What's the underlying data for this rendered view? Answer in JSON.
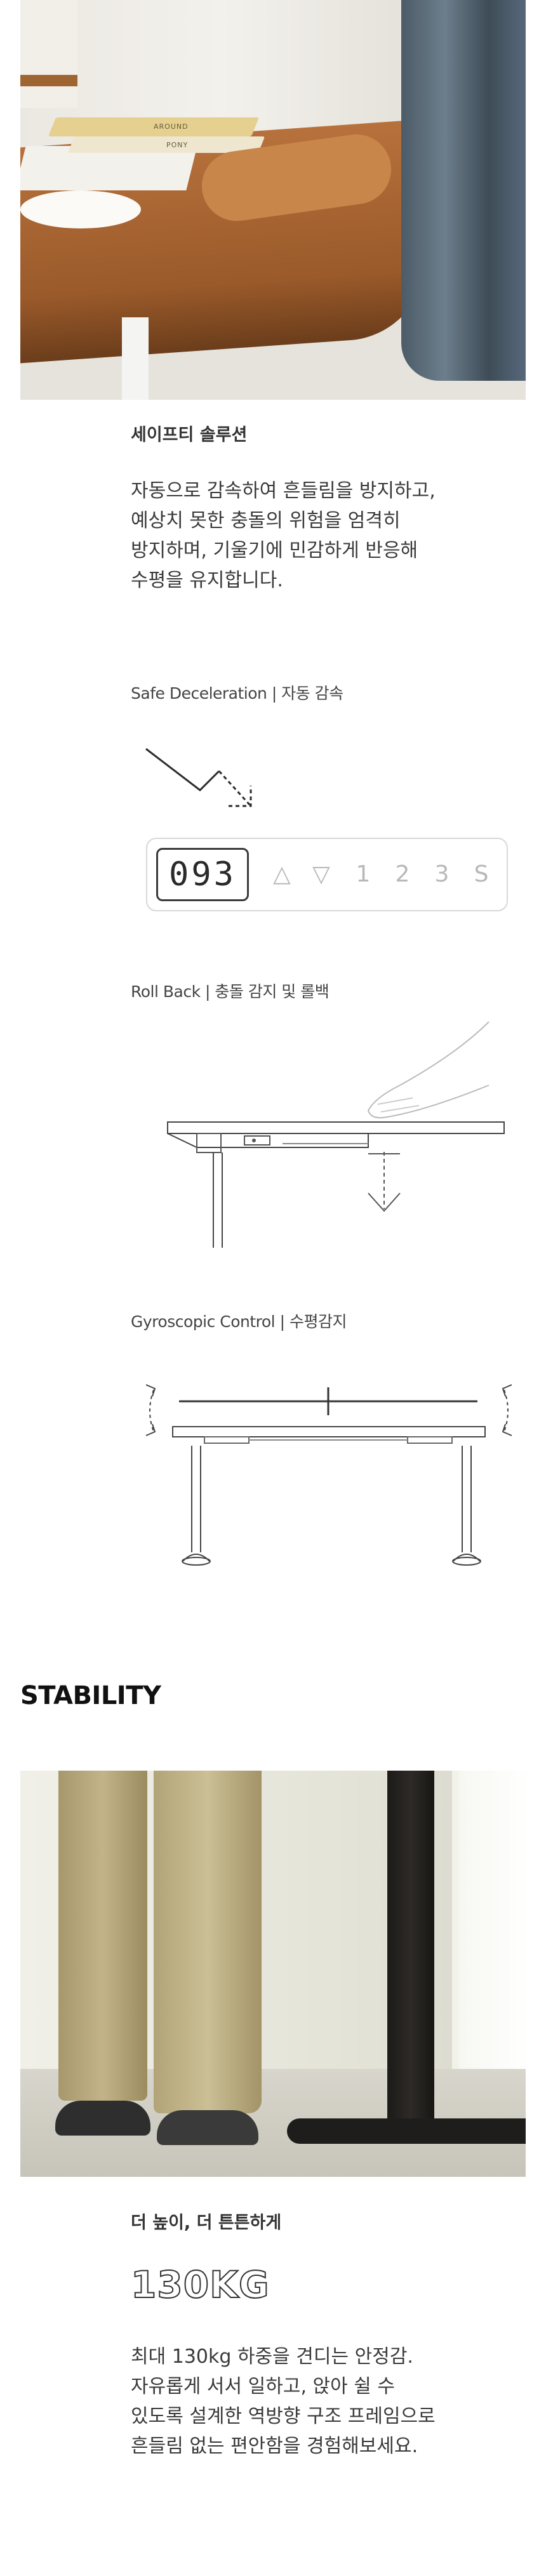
{
  "photo_desk": {
    "book_top_label": "AROUND",
    "book_top_small": "",
    "book_bottom_label": "PONY"
  },
  "safety": {
    "title": "세이프티 솔루션",
    "description": "자동으로 감속하여 흔들림을 방지하고,\n예상치 못한 충돌의 위험을 엄격히\n방지하며, 기울기에 민감하게 반응해\n수평을 유지합니다."
  },
  "safe_deceleration": {
    "caption": "Safe Deceleration | 자동 감속",
    "display_value": "093",
    "buttons": [
      "△",
      "▽",
      "1",
      "2",
      "3",
      "S"
    ]
  },
  "roll_back": {
    "caption": "Roll Back | 충돌 감지 및 롤백"
  },
  "gyroscopic": {
    "caption": "Gyroscopic Control | 수평감지"
  },
  "stability": {
    "heading": "STABILITY",
    "subtitle": "더 높이, 더 튼튼하게",
    "capacity": "130KG",
    "description": "최대 130kg 하중을 견디는 안정감.\n자유롭게 서서 일하고, 앉아 쉴 수\n있도록 설계한 역방향 구조 프레임으로\n흔들림 없는 편안함을 경험해보세요."
  },
  "colors": {
    "text": "#3a3a3a",
    "heading": "#111111",
    "button_inactive": "#b8b8b8",
    "wood": "#9a5a2a",
    "frame_black": "#1f1d1b"
  }
}
